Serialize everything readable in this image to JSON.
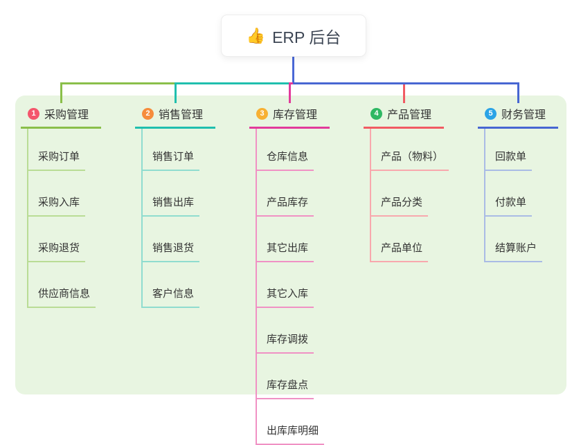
{
  "title": {
    "icon": "👍",
    "label": "ERP 后台"
  },
  "connector_color": "#4a68d6",
  "panel_color": "#e8f5e1",
  "text_color": "#333333",
  "branches": [
    {
      "num": "1",
      "label": "采购管理",
      "badge_color": "#f4566c",
      "line_color": "#8abf4a",
      "light_color": "#b9dc95",
      "items": [
        "采购订单",
        "采购入库",
        "采购退货",
        "供应商信息"
      ]
    },
    {
      "num": "2",
      "label": "销售管理",
      "badge_color": "#f68c3c",
      "line_color": "#20bfae",
      "light_color": "#8fdccf",
      "items": [
        "销售订单",
        "销售出库",
        "销售退货",
        "客户信息"
      ]
    },
    {
      "num": "3",
      "label": "库存管理",
      "badge_color": "#f7b033",
      "line_color": "#e23a9b",
      "light_color": "#f091c4",
      "items": [
        "仓库信息",
        "产品库存",
        "其它出库",
        "其它入库",
        "库存调拨",
        "库存盘点",
        "出库库明细"
      ]
    },
    {
      "num": "4",
      "label": "产品管理",
      "badge_color": "#2eb863",
      "line_color": "#f15b63",
      "light_color": "#f8a8ad",
      "items": [
        "产品（物料）",
        "产品分类",
        "产品单位"
      ]
    },
    {
      "num": "5",
      "label": "财务管理",
      "badge_color": "#2ba3e6",
      "line_color": "#4766d2",
      "light_color": "#a9bbe5",
      "items": [
        "回款单",
        "付款单",
        "结算账户"
      ]
    }
  ]
}
